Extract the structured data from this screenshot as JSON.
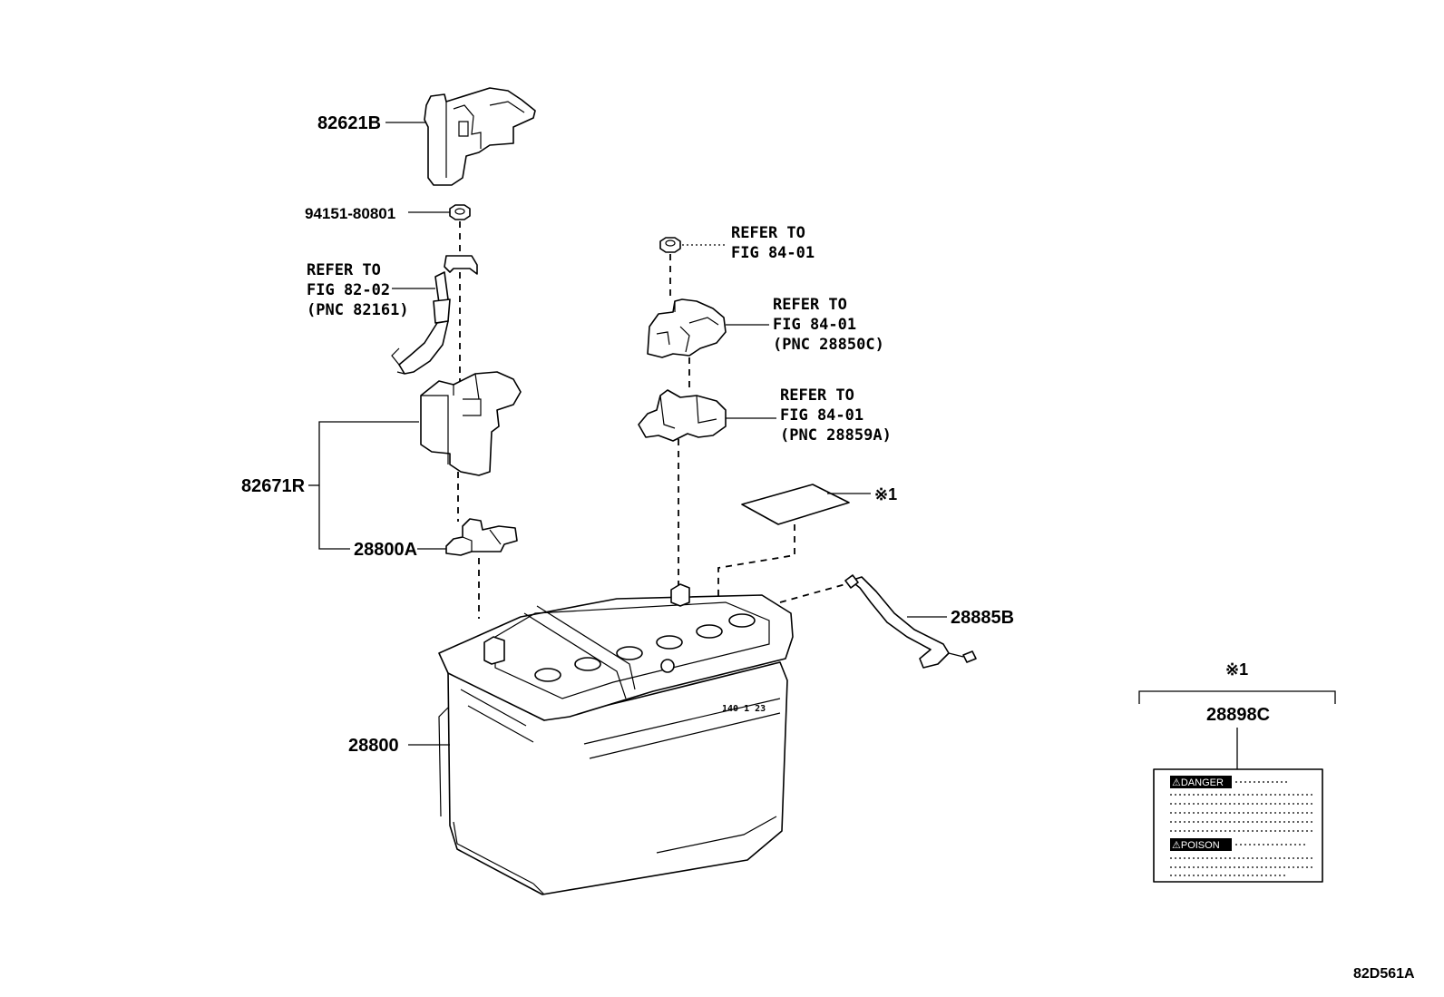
{
  "callouts": {
    "cover_82621b": "82621B",
    "nut_94151": "94151-80801",
    "refer_82_02": [
      "REFER TO",
      "FIG 82-02",
      "(PNC 82161)"
    ],
    "refer_84_01_a": [
      "REFER TO",
      "FIG 84-01"
    ],
    "refer_84_01_b": [
      "REFER TO",
      "FIG 84-01",
      "(PNC 28850C)"
    ],
    "refer_84_01_c": [
      "REFER TO",
      "FIG 84-01",
      "(PNC 28859A)"
    ],
    "bracket_82671r": "82671R",
    "clamp_28800a": "28800A",
    "note_mark": "※1",
    "hose_28885b": "28885B",
    "battery_28800": "28800",
    "label_group_mark": "※1",
    "label_28898c": "28898C",
    "drawing_code": "82D561A"
  },
  "warning_label": {
    "danger_tag": "⚠DANGER",
    "poison_tag": "⚠POISON"
  },
  "icons": [
    "battery-icon",
    "terminal-cover-icon",
    "nut-icon",
    "bolt-icon",
    "hose-icon",
    "warning-label-icon"
  ]
}
